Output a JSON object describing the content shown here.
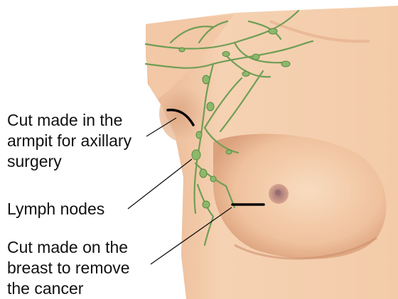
{
  "labels": {
    "armpit_cut": [
      "Cut made in the",
      "armpit for axillary",
      "surgery"
    ],
    "lymph_nodes": [
      "Lymph nodes"
    ],
    "breast_cut": [
      "Cut made on the",
      "breast to remove",
      "the cancer"
    ]
  },
  "colors": {
    "background": "#ffffff",
    "skin_light": "#f6d3b4",
    "skin_mid": "#eebc96",
    "skin_shadow": "#d89a76",
    "nipple": "#b98a8a",
    "lymph_vessel": "#6f9e55",
    "lymph_node": "#8cb86a",
    "text": "#111111",
    "incision": "#000000"
  },
  "icons": [
    "armpit-incision-mark",
    "breast-incision-mark",
    "lymph-node-cluster"
  ]
}
